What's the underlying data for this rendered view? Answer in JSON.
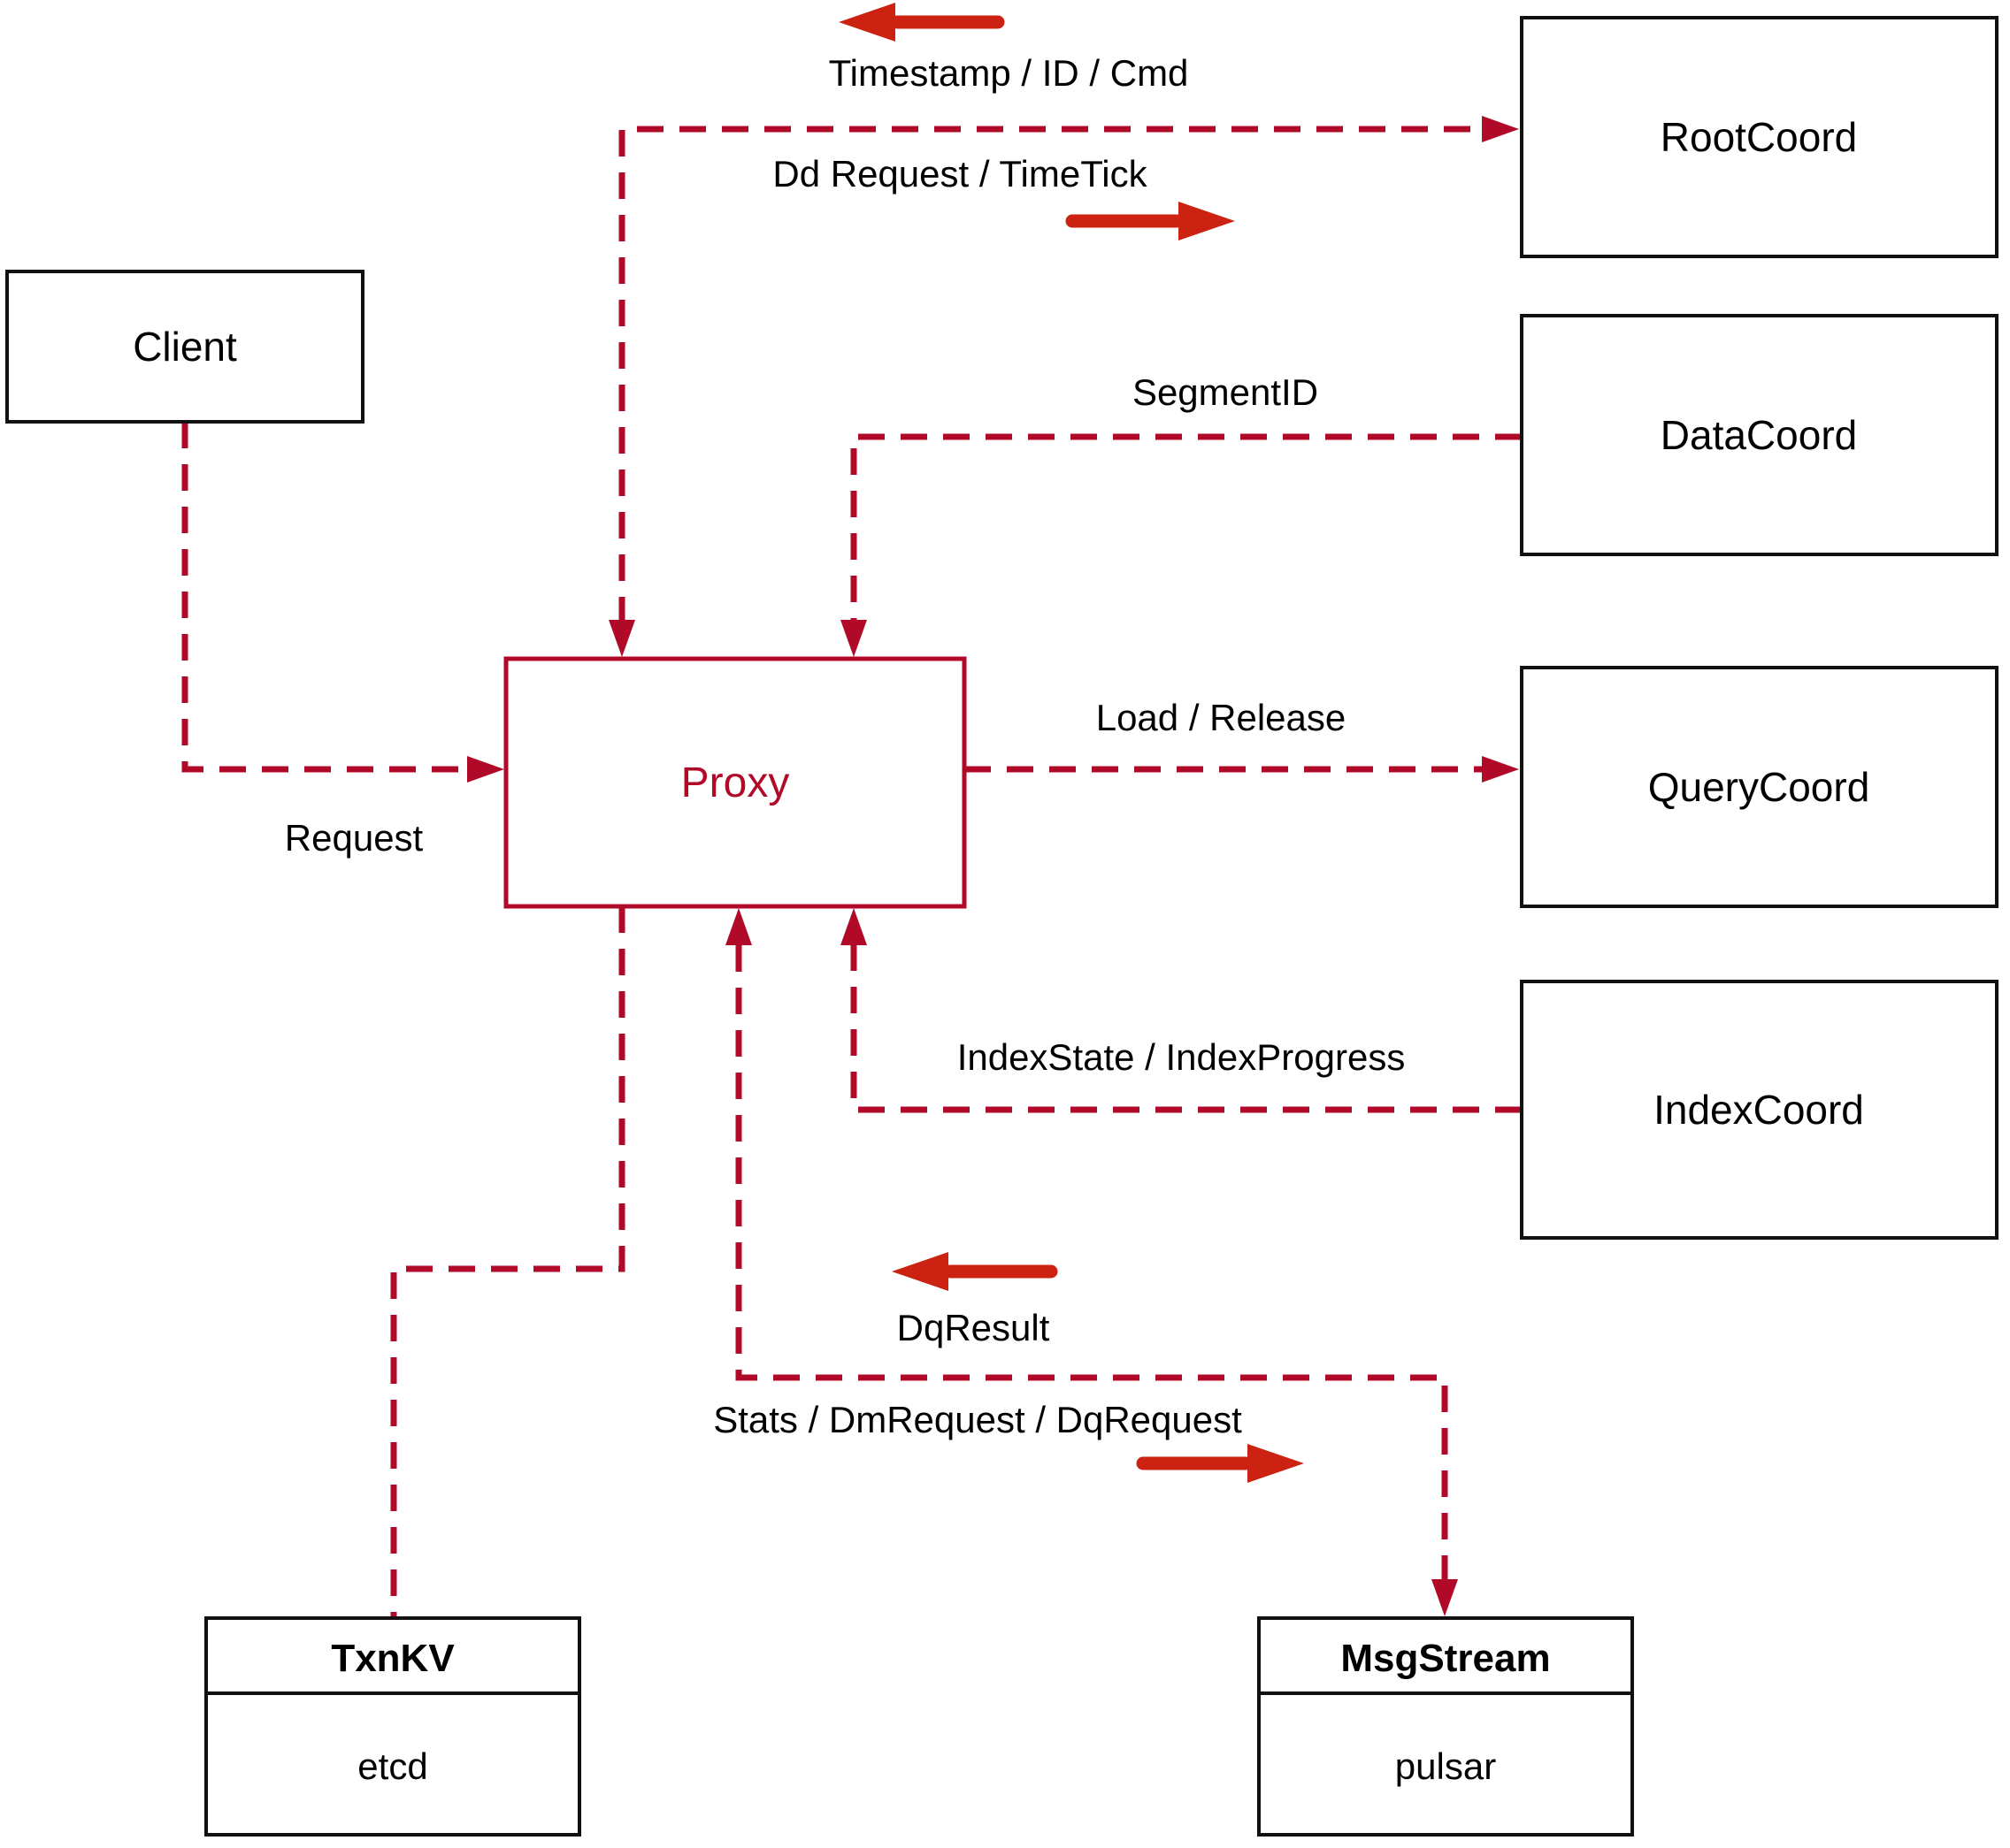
{
  "diagram": {
    "nodes": {
      "client": {
        "label": "Client"
      },
      "proxy": {
        "label": "Proxy"
      },
      "rootcoord": {
        "label": "RootCoord"
      },
      "datacoord": {
        "label": "DataCoord"
      },
      "querycoord": {
        "label": "QueryCoord"
      },
      "indexcoord": {
        "label": "IndexCoord"
      },
      "txnkv": {
        "title": "TxnKV",
        "body": "etcd"
      },
      "msgstream": {
        "title": "MsgStream",
        "body": "pulsar"
      }
    },
    "edge_labels": {
      "timestamp_id_cmd": "Timestamp / ID / Cmd",
      "dd_request_timetick": "Dd Request / TimeTick",
      "request": "Request",
      "segment_id": "SegmentID",
      "load_release": "Load / Release",
      "index_state": "IndexState / IndexProgress",
      "dq_result": "DqResult",
      "stats_dm_dq": "Stats / DmRequest / DqRequest"
    },
    "colors": {
      "line_red": "#b00a28",
      "arrow_red": "#cc2211",
      "box_black": "#111111",
      "background": "#ffffff"
    }
  }
}
